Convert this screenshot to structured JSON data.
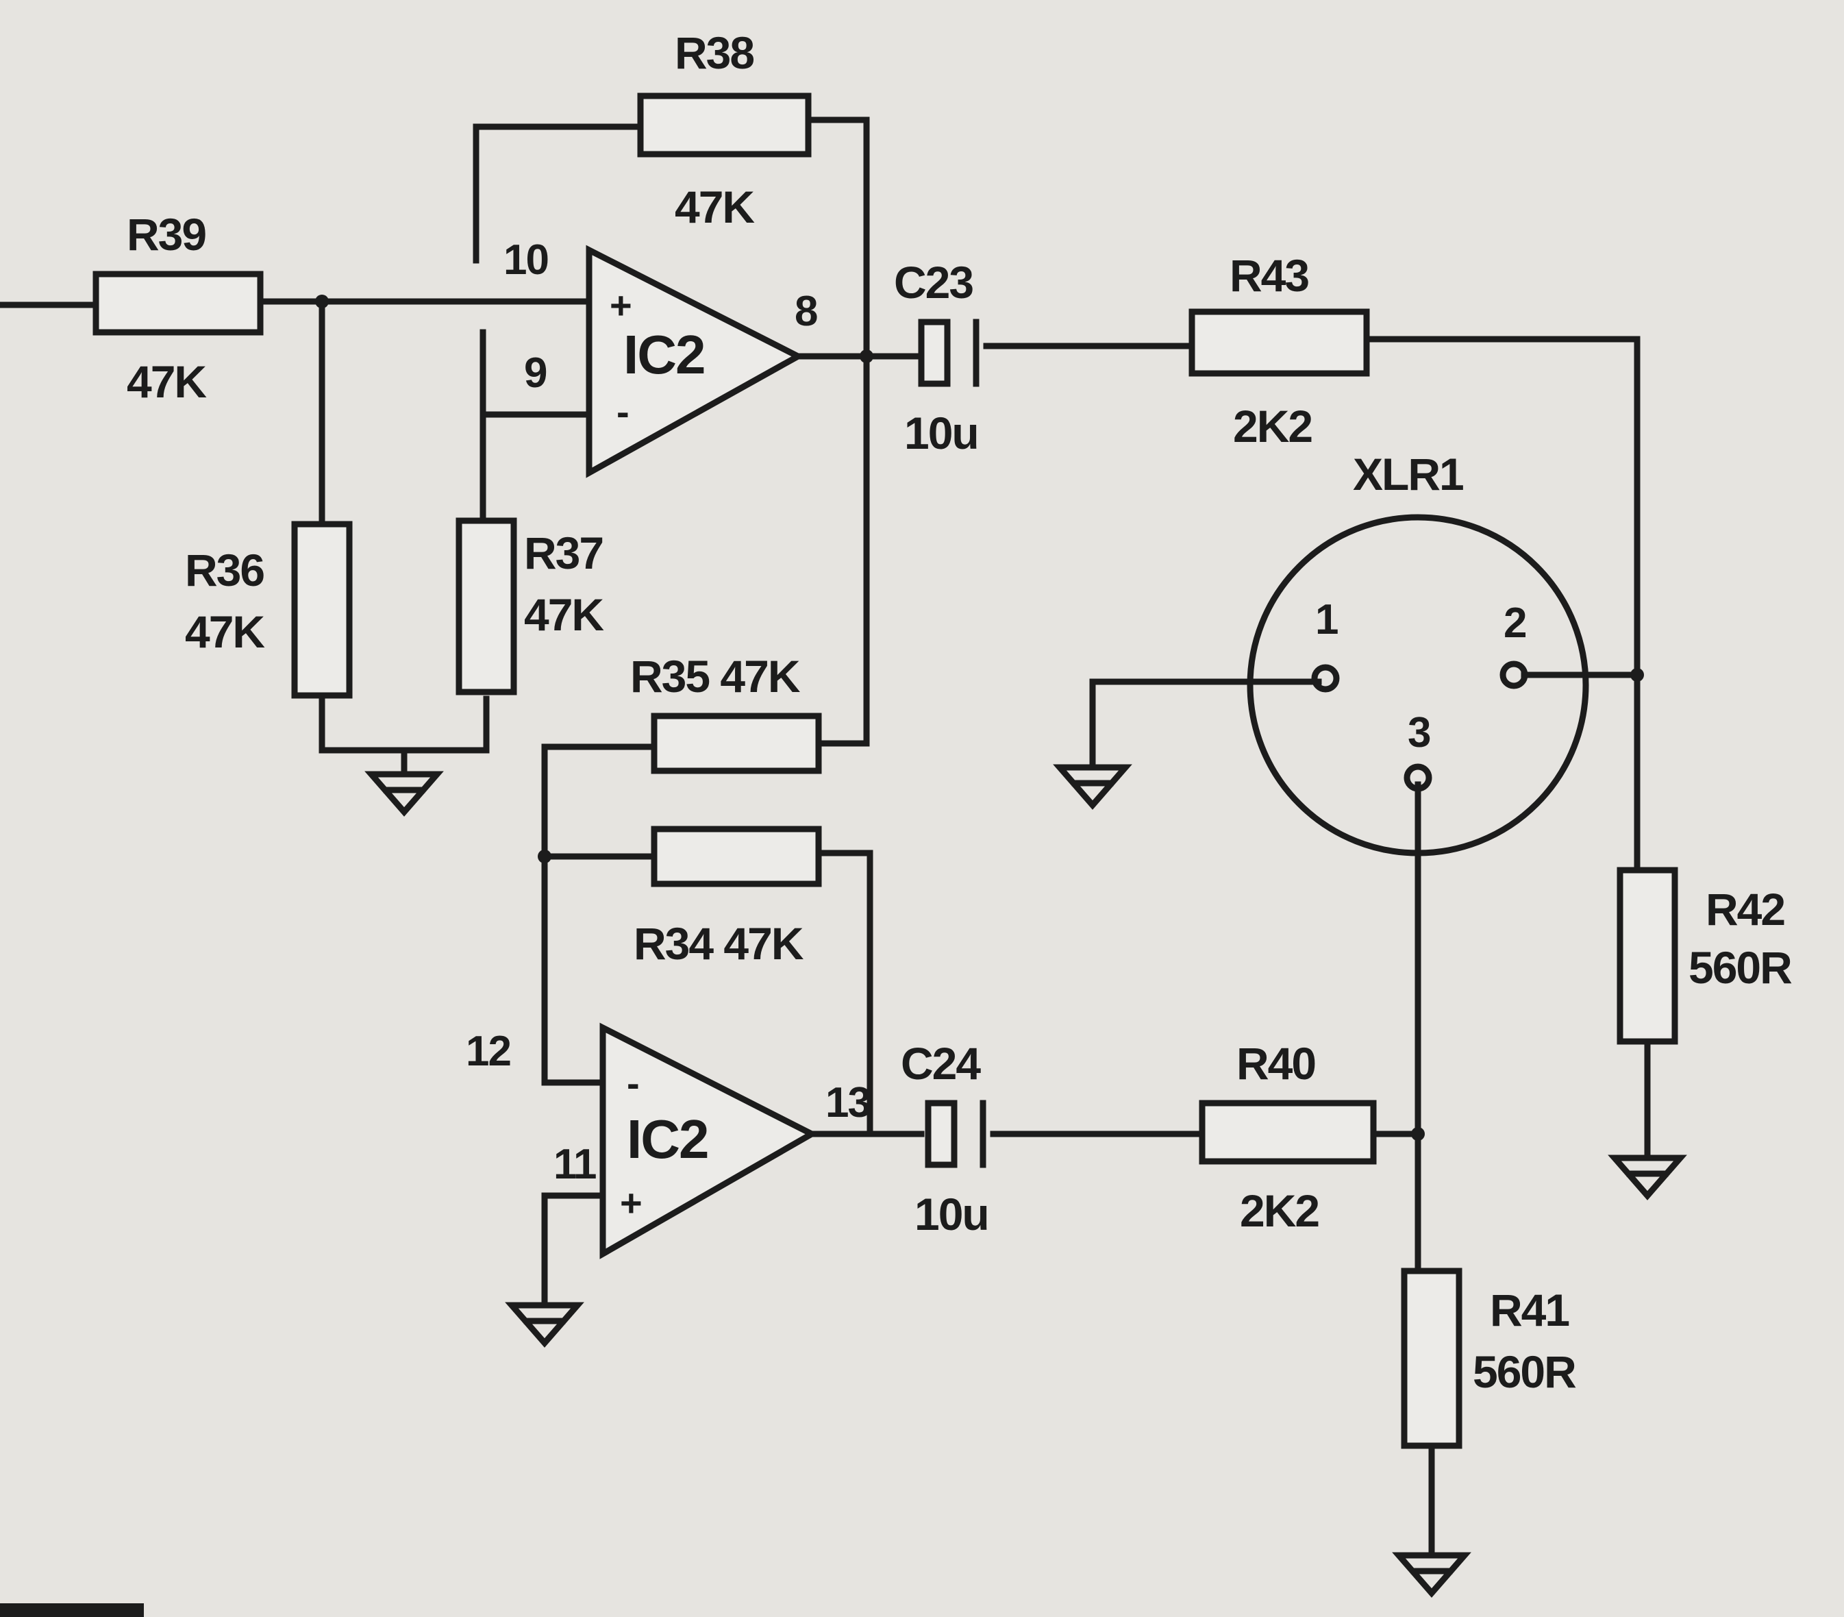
{
  "labels": {
    "r38_ref": "R38",
    "r38_val": "47K",
    "r39_ref": "R39",
    "r39_val": "47K",
    "r36_ref": "R36",
    "r36_val": "47K",
    "r37_ref": "R37",
    "r37_val": "47K",
    "r35": "R35 47K",
    "r34": "R34 47K",
    "c23_ref": "C23",
    "c23_val": "10u",
    "c24_ref": "C24",
    "c24_val": "10u",
    "r43_ref": "R43",
    "r43_val": "2K2",
    "r40_ref": "R40",
    "r40_val": "2K2",
    "r42_ref": "R42",
    "r42_val": "560R",
    "r41_ref": "R41",
    "r41_val": "560R",
    "xlr_ref": "XLR1",
    "ic_top": "IC2",
    "ic_bottom": "IC2"
  },
  "pins": {
    "p10": "10",
    "p9": "9",
    "p8": "8",
    "p12": "12",
    "p11": "11",
    "p13": "13",
    "xlr1": "1",
    "xlr2": "2",
    "xlr3": "3"
  },
  "signs": {
    "plus": "+",
    "minus": "-"
  }
}
